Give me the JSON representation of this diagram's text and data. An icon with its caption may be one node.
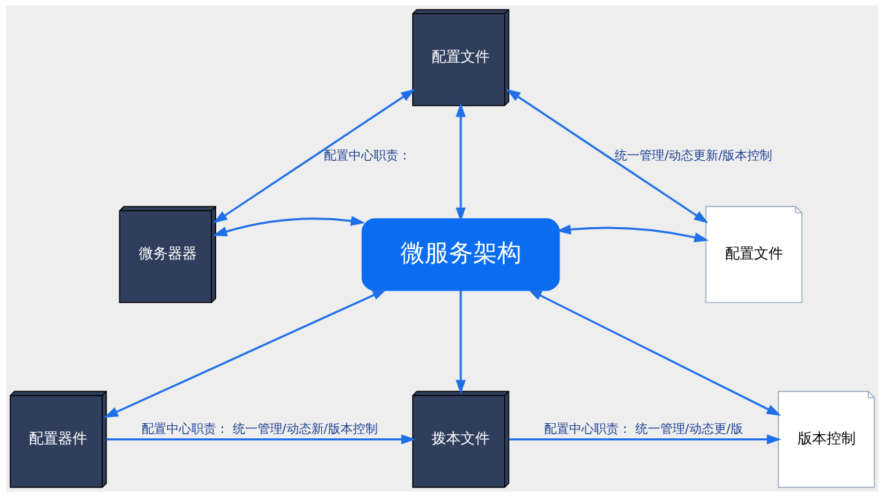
{
  "diagram": {
    "nodes": [
      {
        "text": [
          "微服务架构"
        ]
      },
      {
        "text": [
          "配置文件"
        ]
      },
      {
        "text": [
          "微务器器"
        ]
      },
      {
        "text": [
          "配置文件"
        ]
      },
      {
        "text": [
          "配置器件"
        ]
      },
      {
        "text": [
          "拨本文件"
        ]
      },
      {
        "text": [
          "版本控制"
        ]
      }
    ],
    "edges": [
      {
        "from": 1,
        "to": 2,
        "arrow": "both",
        "label": "配置中心职责："
      },
      {
        "from": 1,
        "to": 3,
        "arrow": "both",
        "label": "统一管理/动态更新/版本控制"
      },
      {
        "from": 1,
        "to": 0,
        "arrow": "both"
      },
      {
        "from": 2,
        "to": 0,
        "arrow": "both"
      },
      {
        "from": 3,
        "to": 0,
        "arrow": "both"
      },
      {
        "from": 0,
        "to": 5,
        "arrow": "to"
      },
      {
        "from": 0,
        "to": 4,
        "arrow": "both"
      },
      {
        "from": 4,
        "to": 5,
        "arrow": "to",
        "label": "配置中心职责： 统一管理/动态新/版本控制"
      },
      {
        "from": 5,
        "to": 6,
        "arrow": "to",
        "label": "配置中心职责： 统一管理/动态更/版"
      },
      {
        "from": 0,
        "to": 6,
        "arrow": "both"
      }
    ]
  }
}
